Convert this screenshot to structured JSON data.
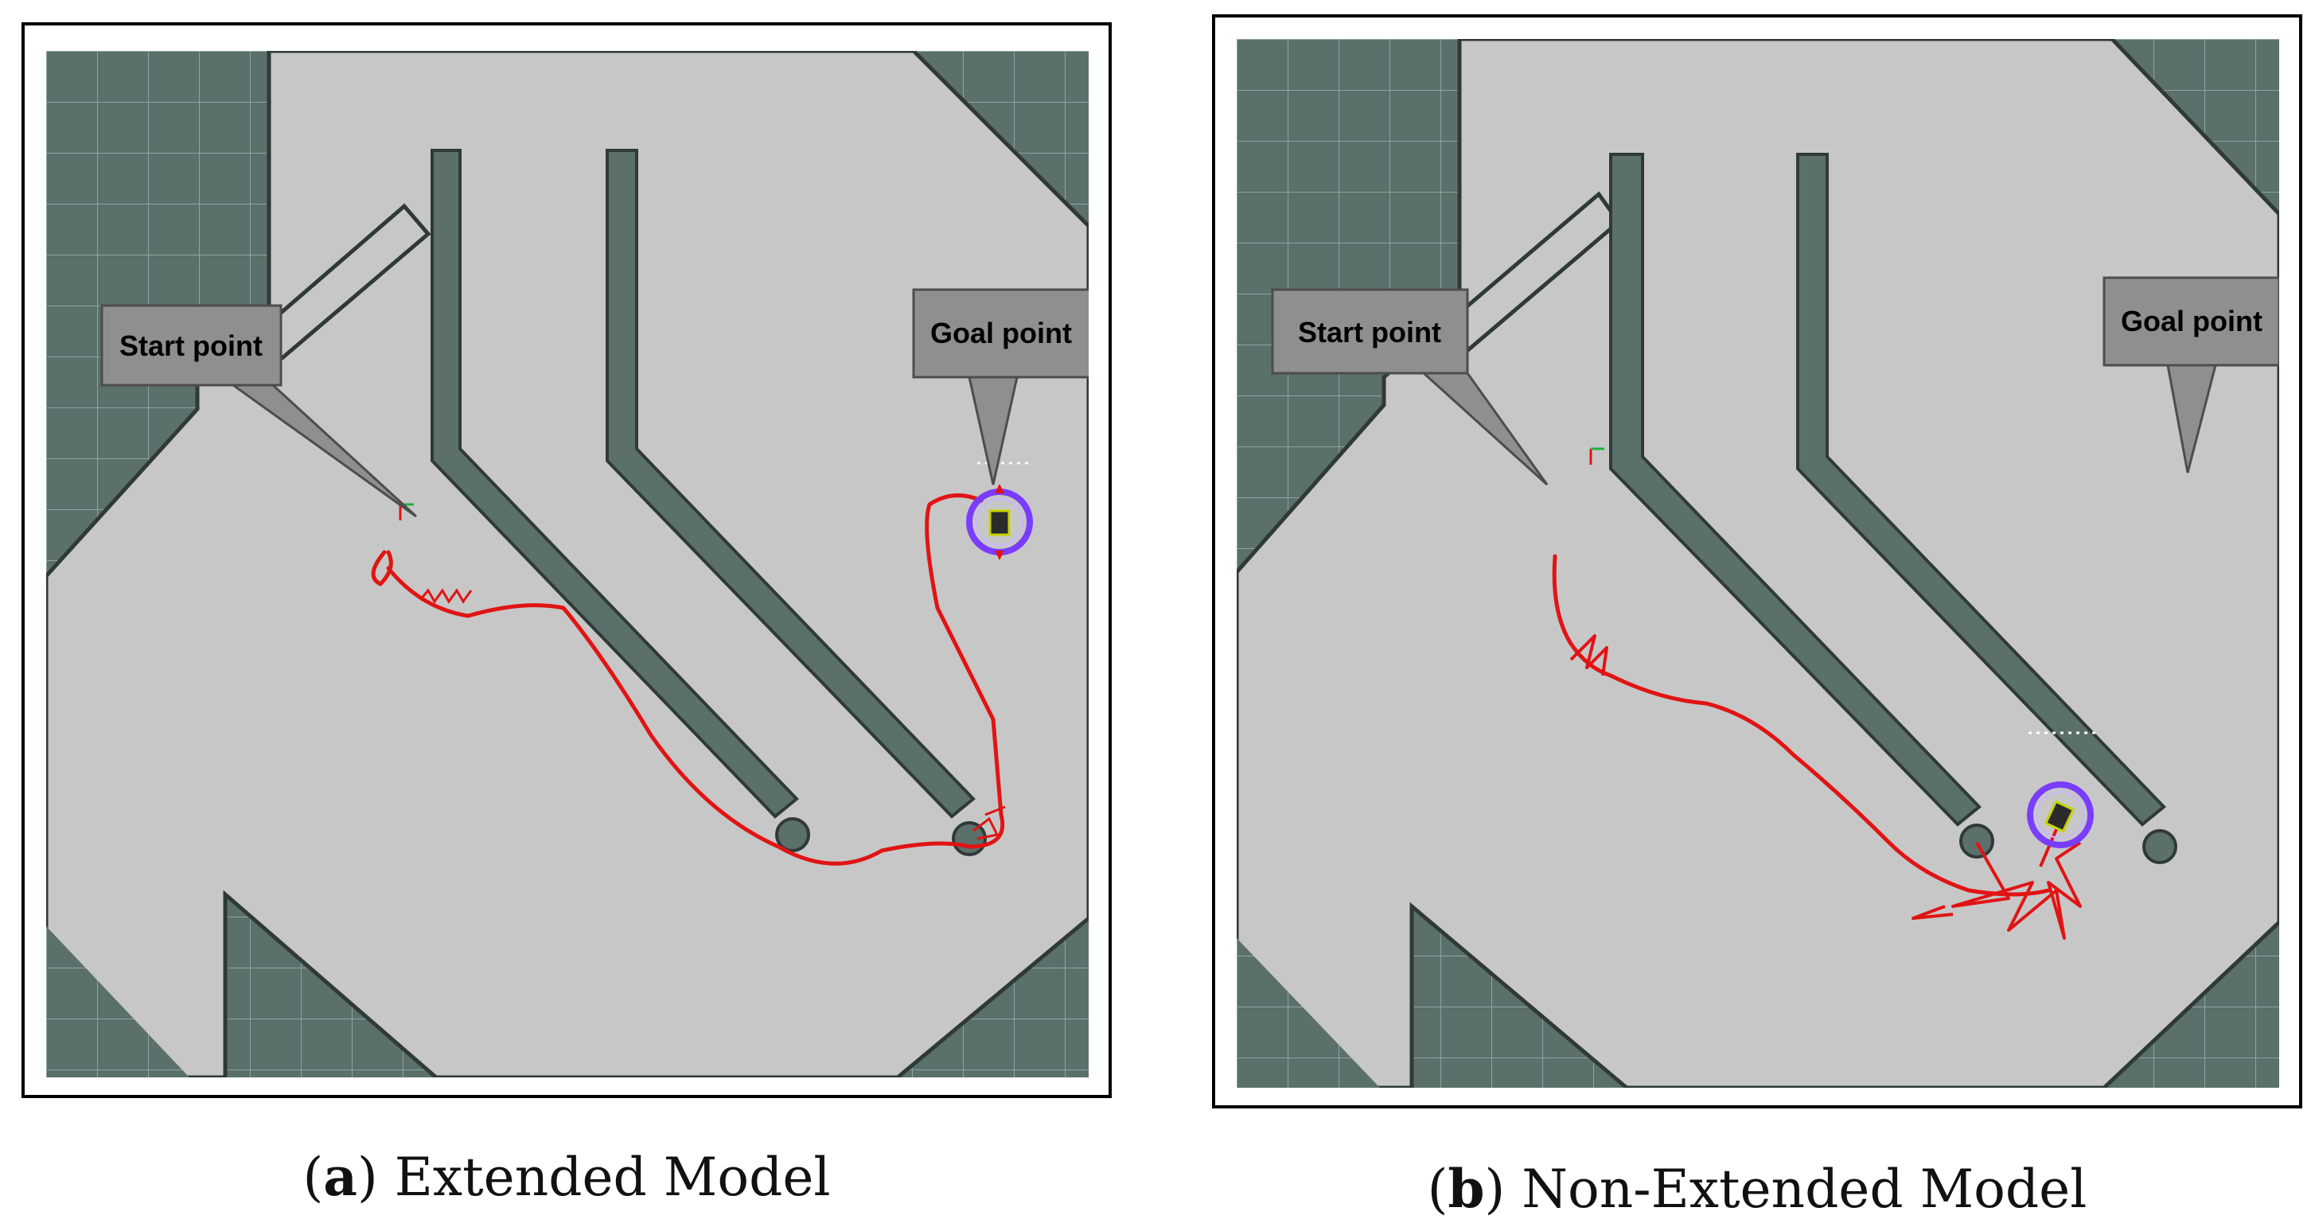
{
  "colors": {
    "floor": "#c7c7c7",
    "wall": "#5b6f6b",
    "grid": "#8fa3a0",
    "path": "#e11414",
    "goal_ring": "#7a3cff",
    "callout_fill": "#8f8f8f",
    "callout_stroke": "#4d4d4d"
  },
  "panel_a": {
    "caption_label": "a",
    "caption_text": "Extended Model",
    "start_callout": "Start point",
    "goal_callout": "Goal point"
  },
  "panel_b": {
    "caption_label": "b",
    "caption_text": "Non-Extended Model",
    "start_callout": "Start point",
    "goal_callout": "Goal point"
  },
  "icons": [
    "start-marker-icon",
    "robot-icon",
    "goal-ring-icon"
  ]
}
